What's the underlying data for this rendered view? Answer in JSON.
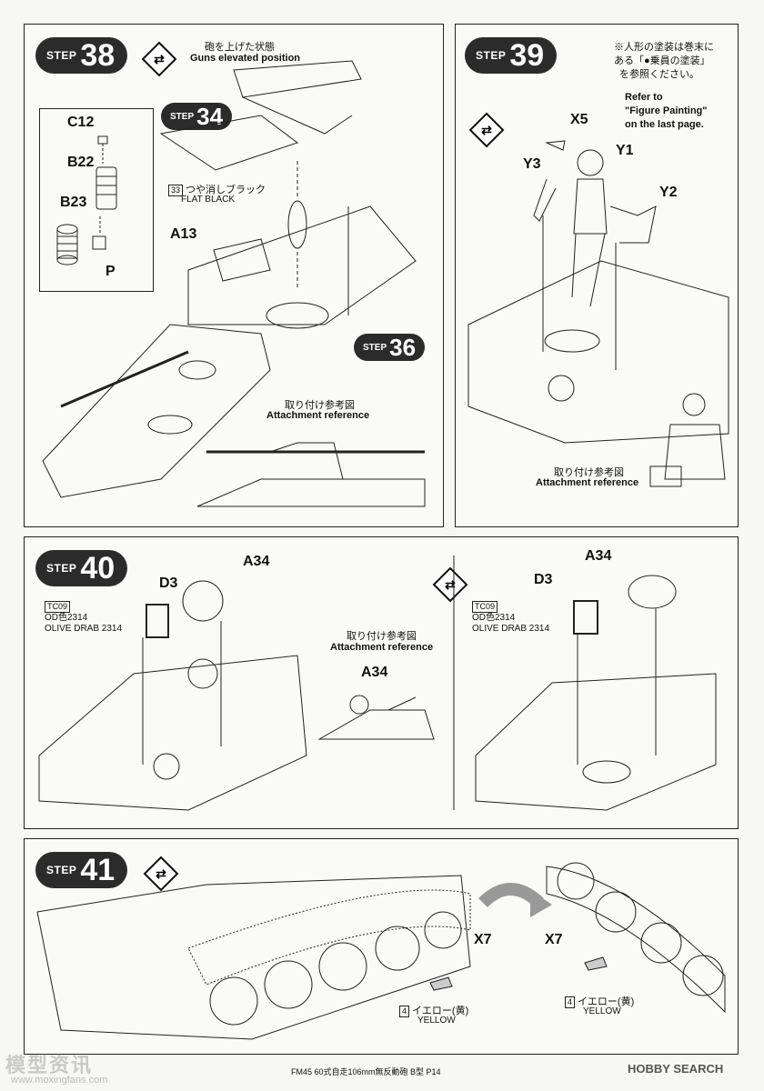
{
  "step38": {
    "label": "STEP",
    "number": "38",
    "note_jp": "砲を上げた状態",
    "note_en": "Guns elevated position",
    "ref_step_a": "34",
    "ref_step_b": "36",
    "parts": [
      "C12",
      "B22",
      "B23",
      "P",
      "A13"
    ],
    "paint_num": "33",
    "paint_jp": "つや消しブラック",
    "paint_en": "FLAT BLACK",
    "attach_jp": "取り付け参考図",
    "attach_en": "Attachment reference"
  },
  "step39": {
    "label": "STEP",
    "number": "39",
    "note_jp_1": "※人形の塗装は巻末に",
    "note_jp_2": "ある「●乗員の塗装」",
    "note_jp_3": "を参照ください。",
    "note_en_1": "Refer to",
    "note_en_2": "\"Figure Painting\"",
    "note_en_3": "on the last page.",
    "parts": [
      "X5",
      "Y1",
      "Y3",
      "Y2"
    ],
    "attach_jp": "取り付け参考図",
    "attach_en": "Attachment reference"
  },
  "step40": {
    "label": "STEP",
    "number": "40",
    "parts": [
      "D3",
      "A34"
    ],
    "paint_code": "TC09",
    "paint_jp": "OD色2314",
    "paint_en": "OLIVE DRAB 2314",
    "attach_jp": "取り付け参考図",
    "attach_en": "Attachment reference",
    "attach_part": "A34"
  },
  "step41": {
    "label": "STEP",
    "number": "41",
    "part": "X7",
    "paint_num": "4",
    "paint_jp": "イエロー(黄)",
    "paint_en": "YELLOW"
  },
  "footer": {
    "title": "FM45 60式自走106mm無反動砲 B型 P14",
    "watermark": "模型资讯",
    "watermark_url": "www.moxingfans.com",
    "brand_1": "HOBBY",
    "brand_2": "SEARCH"
  }
}
